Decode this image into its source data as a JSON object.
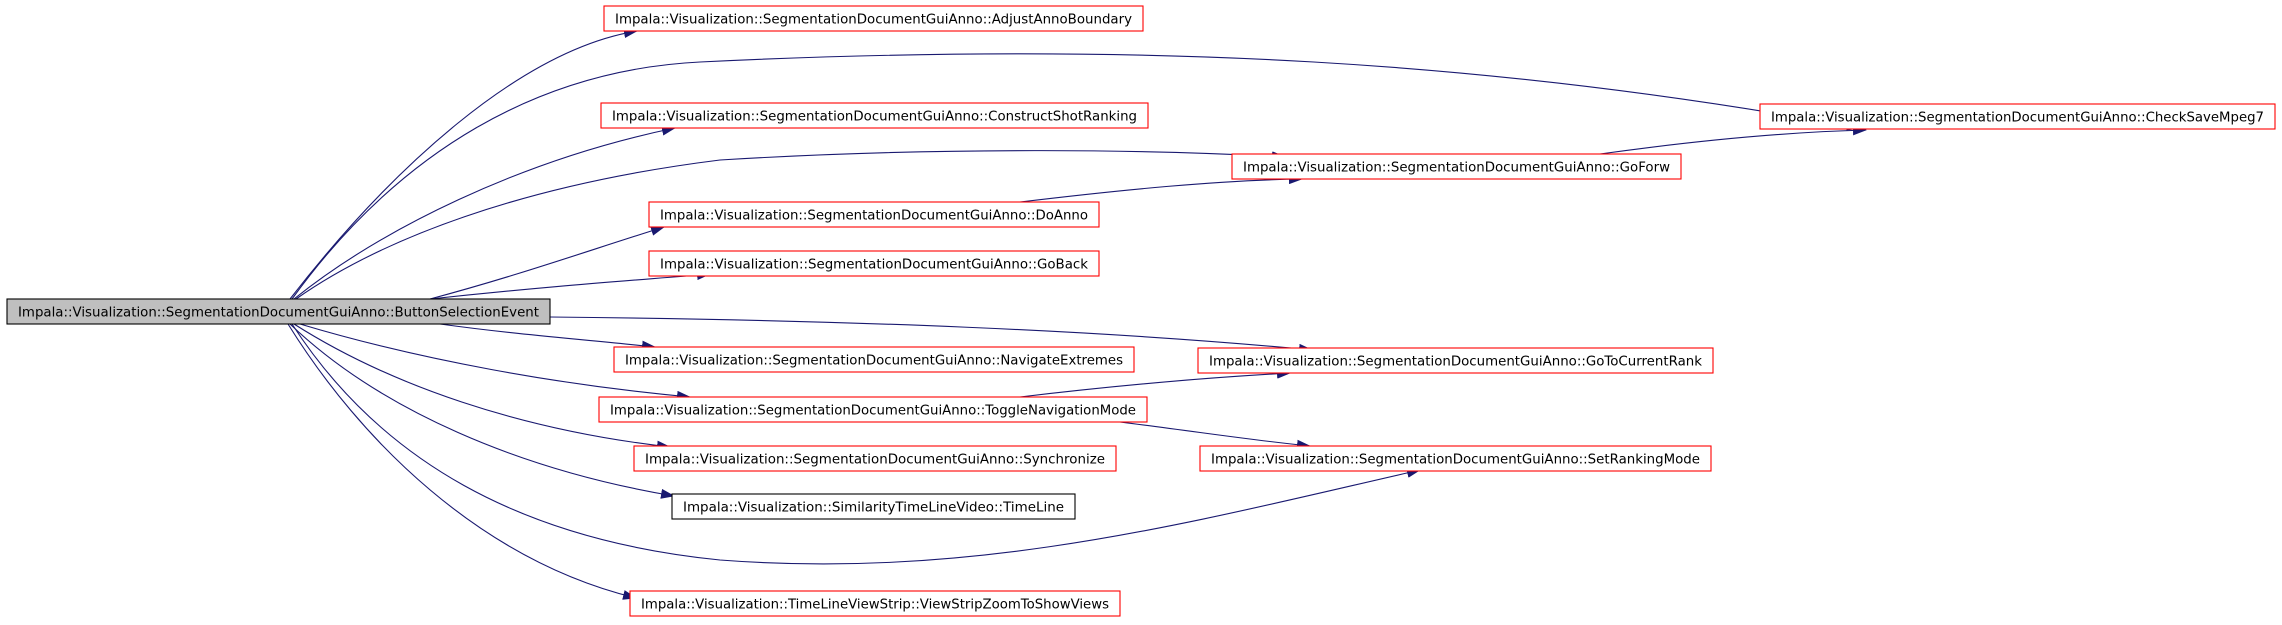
{
  "graph": {
    "nodes": [
      {
        "id": "root",
        "label": "Impala::Visualization::SegmentationDocumentGuiAnno::ButtonSelectionEvent",
        "style": "root"
      },
      {
        "id": "adjust",
        "label": "Impala::Visualization::SegmentationDocumentGuiAnno::AdjustAnnoBoundary",
        "style": "linked"
      },
      {
        "id": "construct",
        "label": "Impala::Visualization::SegmentationDocumentGuiAnno::ConstructShotRanking",
        "style": "linked"
      },
      {
        "id": "doanno",
        "label": "Impala::Visualization::SegmentationDocumentGuiAnno::DoAnno",
        "style": "linked"
      },
      {
        "id": "goback",
        "label": "Impala::Visualization::SegmentationDocumentGuiAnno::GoBack",
        "style": "linked"
      },
      {
        "id": "navext",
        "label": "Impala::Visualization::SegmentationDocumentGuiAnno::NavigateExtremes",
        "style": "linked"
      },
      {
        "id": "toggle",
        "label": "Impala::Visualization::SegmentationDocumentGuiAnno::ToggleNavigationMode",
        "style": "linked"
      },
      {
        "id": "sync",
        "label": "Impala::Visualization::SegmentationDocumentGuiAnno::Synchronize",
        "style": "linked"
      },
      {
        "id": "timeline",
        "label": "Impala::Visualization::SimilarityTimeLineVideo::TimeLine",
        "style": "plain"
      },
      {
        "id": "zoom",
        "label": "Impala::Visualization::TimeLineViewStrip::ViewStripZoomToShowViews",
        "style": "linked"
      },
      {
        "id": "goforw",
        "label": "Impala::Visualization::SegmentationDocumentGuiAnno::GoForw",
        "style": "linked"
      },
      {
        "id": "gotocur",
        "label": "Impala::Visualization::SegmentationDocumentGuiAnno::GoToCurrentRank",
        "style": "linked"
      },
      {
        "id": "setrank",
        "label": "Impala::Visualization::SegmentationDocumentGuiAnno::SetRankingMode",
        "style": "linked"
      },
      {
        "id": "checksave",
        "label": "Impala::Visualization::SegmentationDocumentGuiAnno::CheckSaveMpeg7",
        "style": "linked"
      }
    ],
    "edges": [
      {
        "from": "root",
        "to": "adjust"
      },
      {
        "from": "root",
        "to": "checksave"
      },
      {
        "from": "root",
        "to": "construct"
      },
      {
        "from": "root",
        "to": "goforw"
      },
      {
        "from": "root",
        "to": "doanno"
      },
      {
        "from": "root",
        "to": "goback"
      },
      {
        "from": "root",
        "to": "gotocur"
      },
      {
        "from": "root",
        "to": "navext"
      },
      {
        "from": "root",
        "to": "toggle"
      },
      {
        "from": "root",
        "to": "sync"
      },
      {
        "from": "root",
        "to": "timeline"
      },
      {
        "from": "root",
        "to": "setrank"
      },
      {
        "from": "root",
        "to": "zoom"
      },
      {
        "from": "doanno",
        "to": "goforw"
      },
      {
        "from": "goforw",
        "to": "checksave"
      },
      {
        "from": "toggle",
        "to": "gotocur"
      },
      {
        "from": "toggle",
        "to": "setrank"
      }
    ],
    "colors": {
      "edge": "#191970",
      "linked_border": "#ff0000",
      "plain_border": "#000000",
      "root_fill": "#bfbfbf",
      "root_border": "#000000"
    }
  }
}
